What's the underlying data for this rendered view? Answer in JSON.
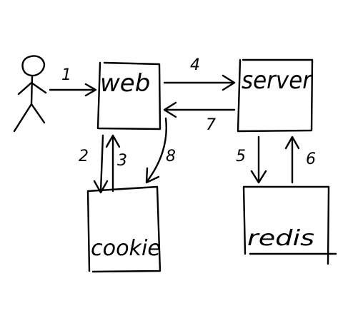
{
  "nodes": {
    "web": "web",
    "server": "server",
    "cookie": "cookie",
    "redis": "redis"
  },
  "steps": [
    "1",
    "2",
    "3",
    "4",
    "5",
    "6",
    "7",
    "8"
  ]
}
